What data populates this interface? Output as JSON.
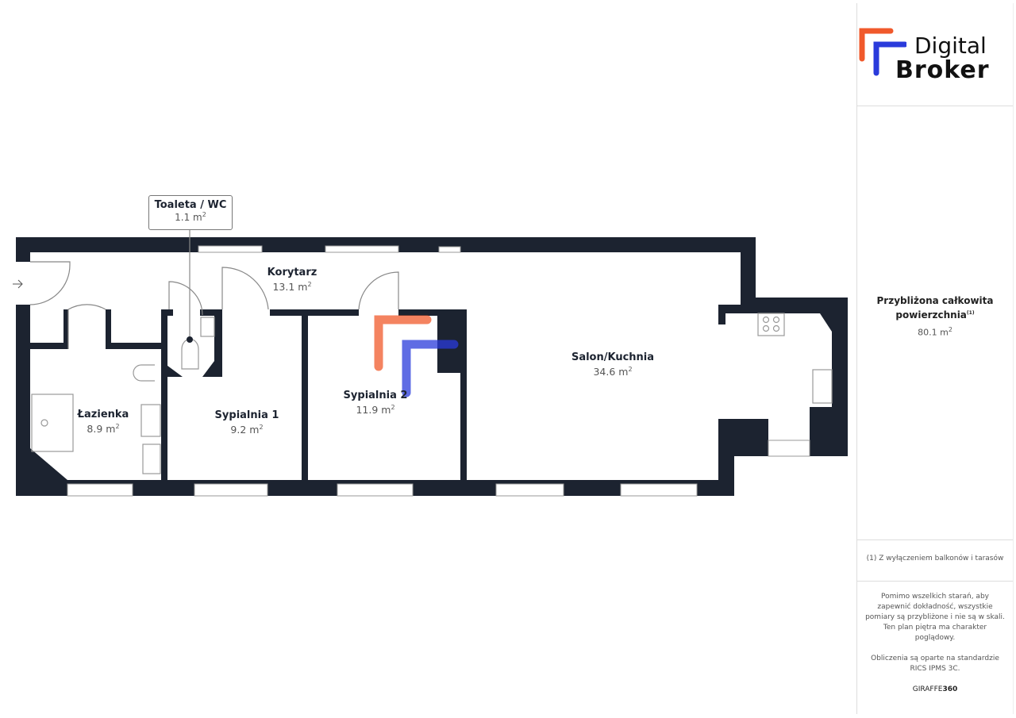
{
  "brand": {
    "line1": "Digital",
    "line2": "Broker",
    "colors": {
      "orange": "#f0592b",
      "blue": "#2a3bdb"
    }
  },
  "rooms": [
    {
      "name": "Korytarz",
      "area": "13.1 m",
      "sup": "2"
    },
    {
      "name": "Łazienka",
      "area": "8.9 m",
      "sup": "2"
    },
    {
      "name": "Sypialnia 1",
      "area": "9.2 m",
      "sup": "2"
    },
    {
      "name": "Sypialnia 2",
      "area": "11.9 m",
      "sup": "2"
    },
    {
      "name": "Salon/Kuchnia",
      "area": "34.6 m",
      "sup": "2"
    }
  ],
  "callout": {
    "name": "Toaleta / WC",
    "area": "1.1 m",
    "sup": "2"
  },
  "entrance_icon": "arrow-right-icon",
  "total": {
    "title_line1": "Przybliżona całkowita",
    "title_line2": "powierzchnia",
    "footnote_mark": "(1)",
    "area": "80.1 m",
    "sup": "2"
  },
  "footnote": "(1) Z wyłączeniem balkonów i tarasów",
  "disclaimer": [
    "Pomimo wszelkich starań, aby",
    "zapewnić dokładność, wszystkie",
    "pomiary są przybliżone i nie są w skali.",
    "Ten plan piętra ma charakter",
    "poglądowy."
  ],
  "standard": [
    "Obliczenia są oparte na standardzie",
    "RICS IPMS 3C."
  ],
  "credit": {
    "prefix": "GIRAFFE",
    "suffix": "360"
  },
  "wall_color": "#1c2330"
}
